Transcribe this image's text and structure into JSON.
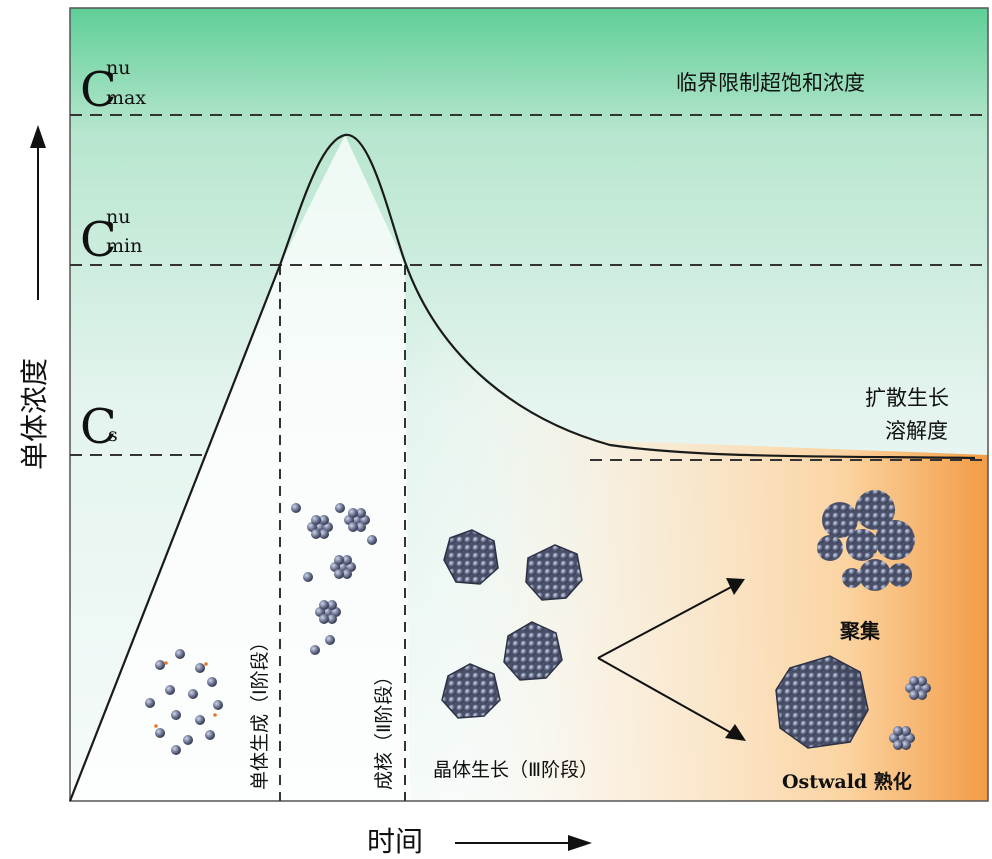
{
  "axes": {
    "y_label": "单体浓度",
    "x_label": "时间"
  },
  "levels": {
    "cmax": {
      "base": "C",
      "sup": "nu",
      "sub": "max",
      "desc": "临界限制超饱和浓度"
    },
    "cmin": {
      "base": "C",
      "sup": "nu",
      "sub": "min"
    },
    "cs": {
      "base": "C",
      "sub": "s"
    }
  },
  "annotations": {
    "diffusion_line1": "扩散生长",
    "diffusion_line2": "溶解度",
    "stage1": "单体生成（Ⅰ阶段）",
    "stage2": "成核（Ⅱ阶段）",
    "stage3": "晶体生长（Ⅲ阶段）",
    "aggregation": "聚集",
    "ostwald": "Ostwald 熟化"
  },
  "colors": {
    "top_green": "#6fcf9a",
    "mid_green": "#dff2ea",
    "warm_orange": "#f2a04f",
    "line": "#1a1a1a"
  }
}
